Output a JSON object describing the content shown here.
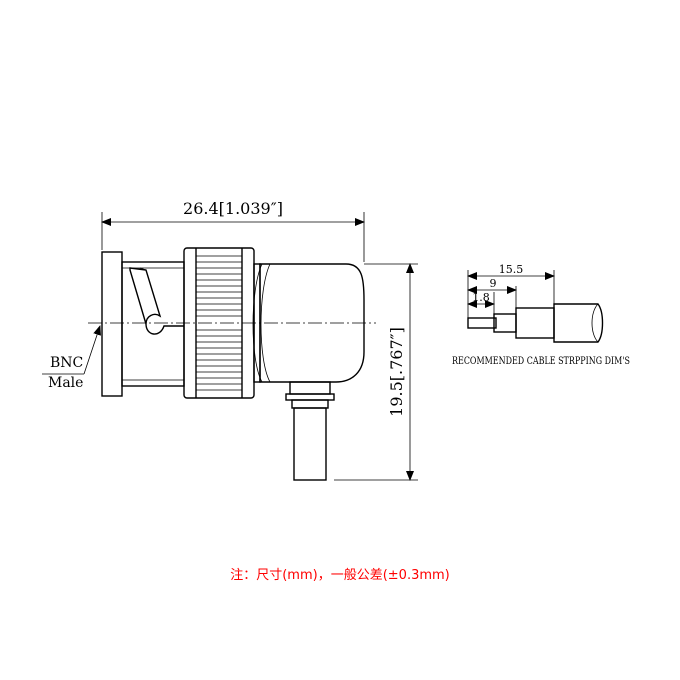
{
  "drawing": {
    "dim_width": "26.4[1.039″]",
    "dim_height": "19.5[.767″]",
    "callout_line1": "BNC",
    "callout_line2": "Male"
  },
  "stripping": {
    "dim_total": "15.5",
    "dim_mid": "9",
    "dim_small": "1.8",
    "caption": "RECOMMENDED CABLE STRPPING DIM'S"
  },
  "note": "注：尺寸(mm)，一般公差(±0.3mm)",
  "colors": {
    "line": "#000000",
    "note": "#ff0000"
  }
}
